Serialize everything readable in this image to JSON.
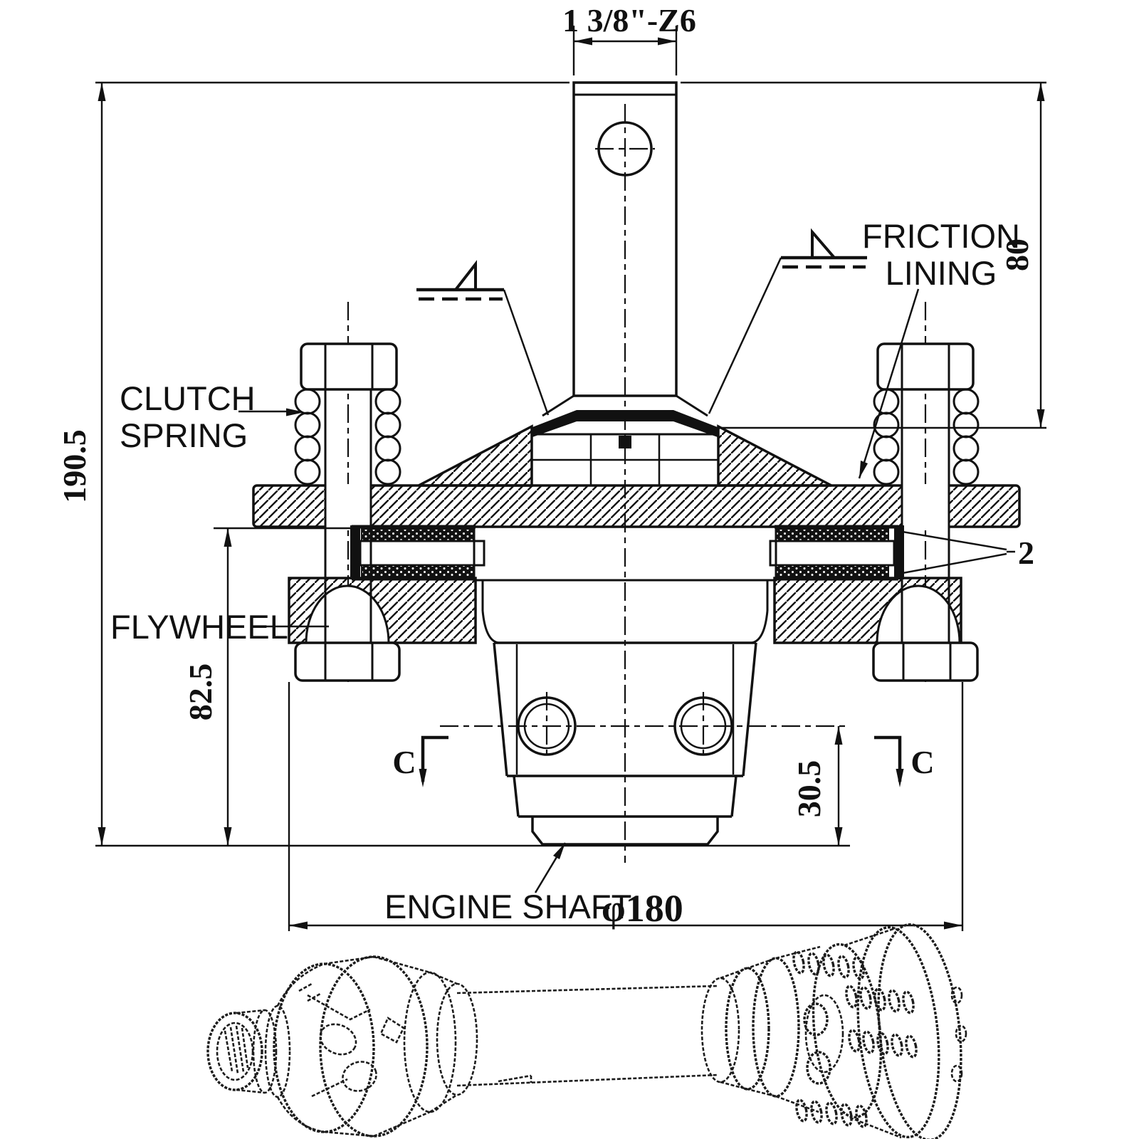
{
  "colors": {
    "ink": "#111111",
    "background": "#ffffff"
  },
  "labels": {
    "clutch_spring_line1": "CLUTCH",
    "clutch_spring_line2": "SPRING",
    "flywheel": "FLYWHEEL",
    "friction_lining_line1": "FRICTION",
    "friction_lining_line2": "LINING",
    "engine_shaft": "ENGINE SHAFT",
    "part_ref": "2",
    "section_marker_left": "C",
    "section_marker_right": "C"
  },
  "dimensions": {
    "spline_spec": "1 3/8\"-Z6",
    "overall_height": "190.5",
    "yoke_height": "80",
    "disc_to_bottom": "82.5",
    "hole_to_bottom": "30.5",
    "flange_diameter": "φ180"
  }
}
